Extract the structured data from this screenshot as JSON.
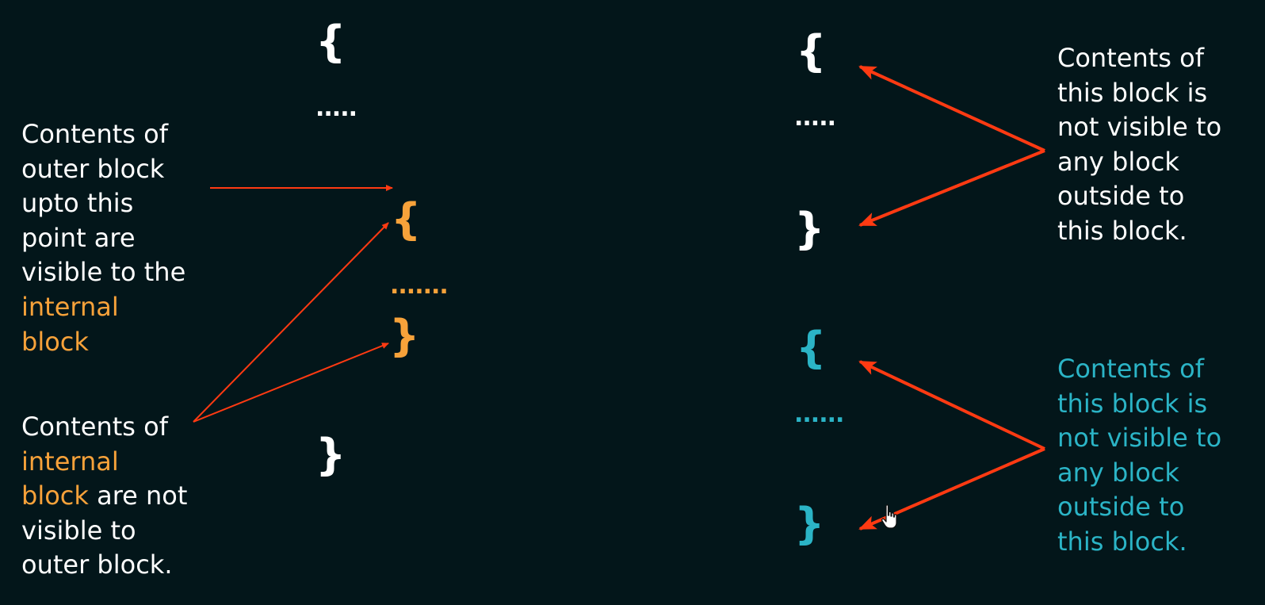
{
  "left_top_note": {
    "lines": [
      [
        "Contents of"
      ],
      [
        "outer block"
      ],
      [
        "upto this"
      ],
      [
        "point are"
      ],
      [
        "visible to the"
      ],
      [
        "internal"
      ],
      [
        "block"
      ]
    ],
    "line_1": "Contents of",
    "line_2": "outer block",
    "line_3": "upto this",
    "line_4": "point are",
    "line_5": "visible to the",
    "line_6": "internal",
    "line_7": "block"
  },
  "left_bottom_note": {
    "line_1": "Contents of",
    "line_2": "internal",
    "line_3a": "block",
    "line_3b": " are not",
    "line_4": "visible to",
    "line_5": "outer block."
  },
  "right_top_note": {
    "line_1": "Contents of",
    "line_2": "this block is",
    "line_3": "not visible to",
    "line_4": "any block",
    "line_5": "outside to",
    "line_6": "this block."
  },
  "right_bottom_note": {
    "line_1": "Contents of",
    "line_2": "this block is",
    "line_3": "not visible to",
    "line_4": "any block",
    "line_5": "outside to",
    "line_6": "this block."
  },
  "code": {
    "open_brace": "{",
    "close_brace": "}",
    "outer_dots": ".....",
    "inner_dots": ".......",
    "right_top_dots": ".....",
    "right_bottom_dots": "......"
  },
  "colors": {
    "background": "#03161a",
    "text": "#ffffff",
    "inner_block": "#f7a23a",
    "sibling_block": "#2bb4c6",
    "arrow": "#ff3a12"
  },
  "icons": {
    "cursor": "hand-pointer-icon"
  }
}
